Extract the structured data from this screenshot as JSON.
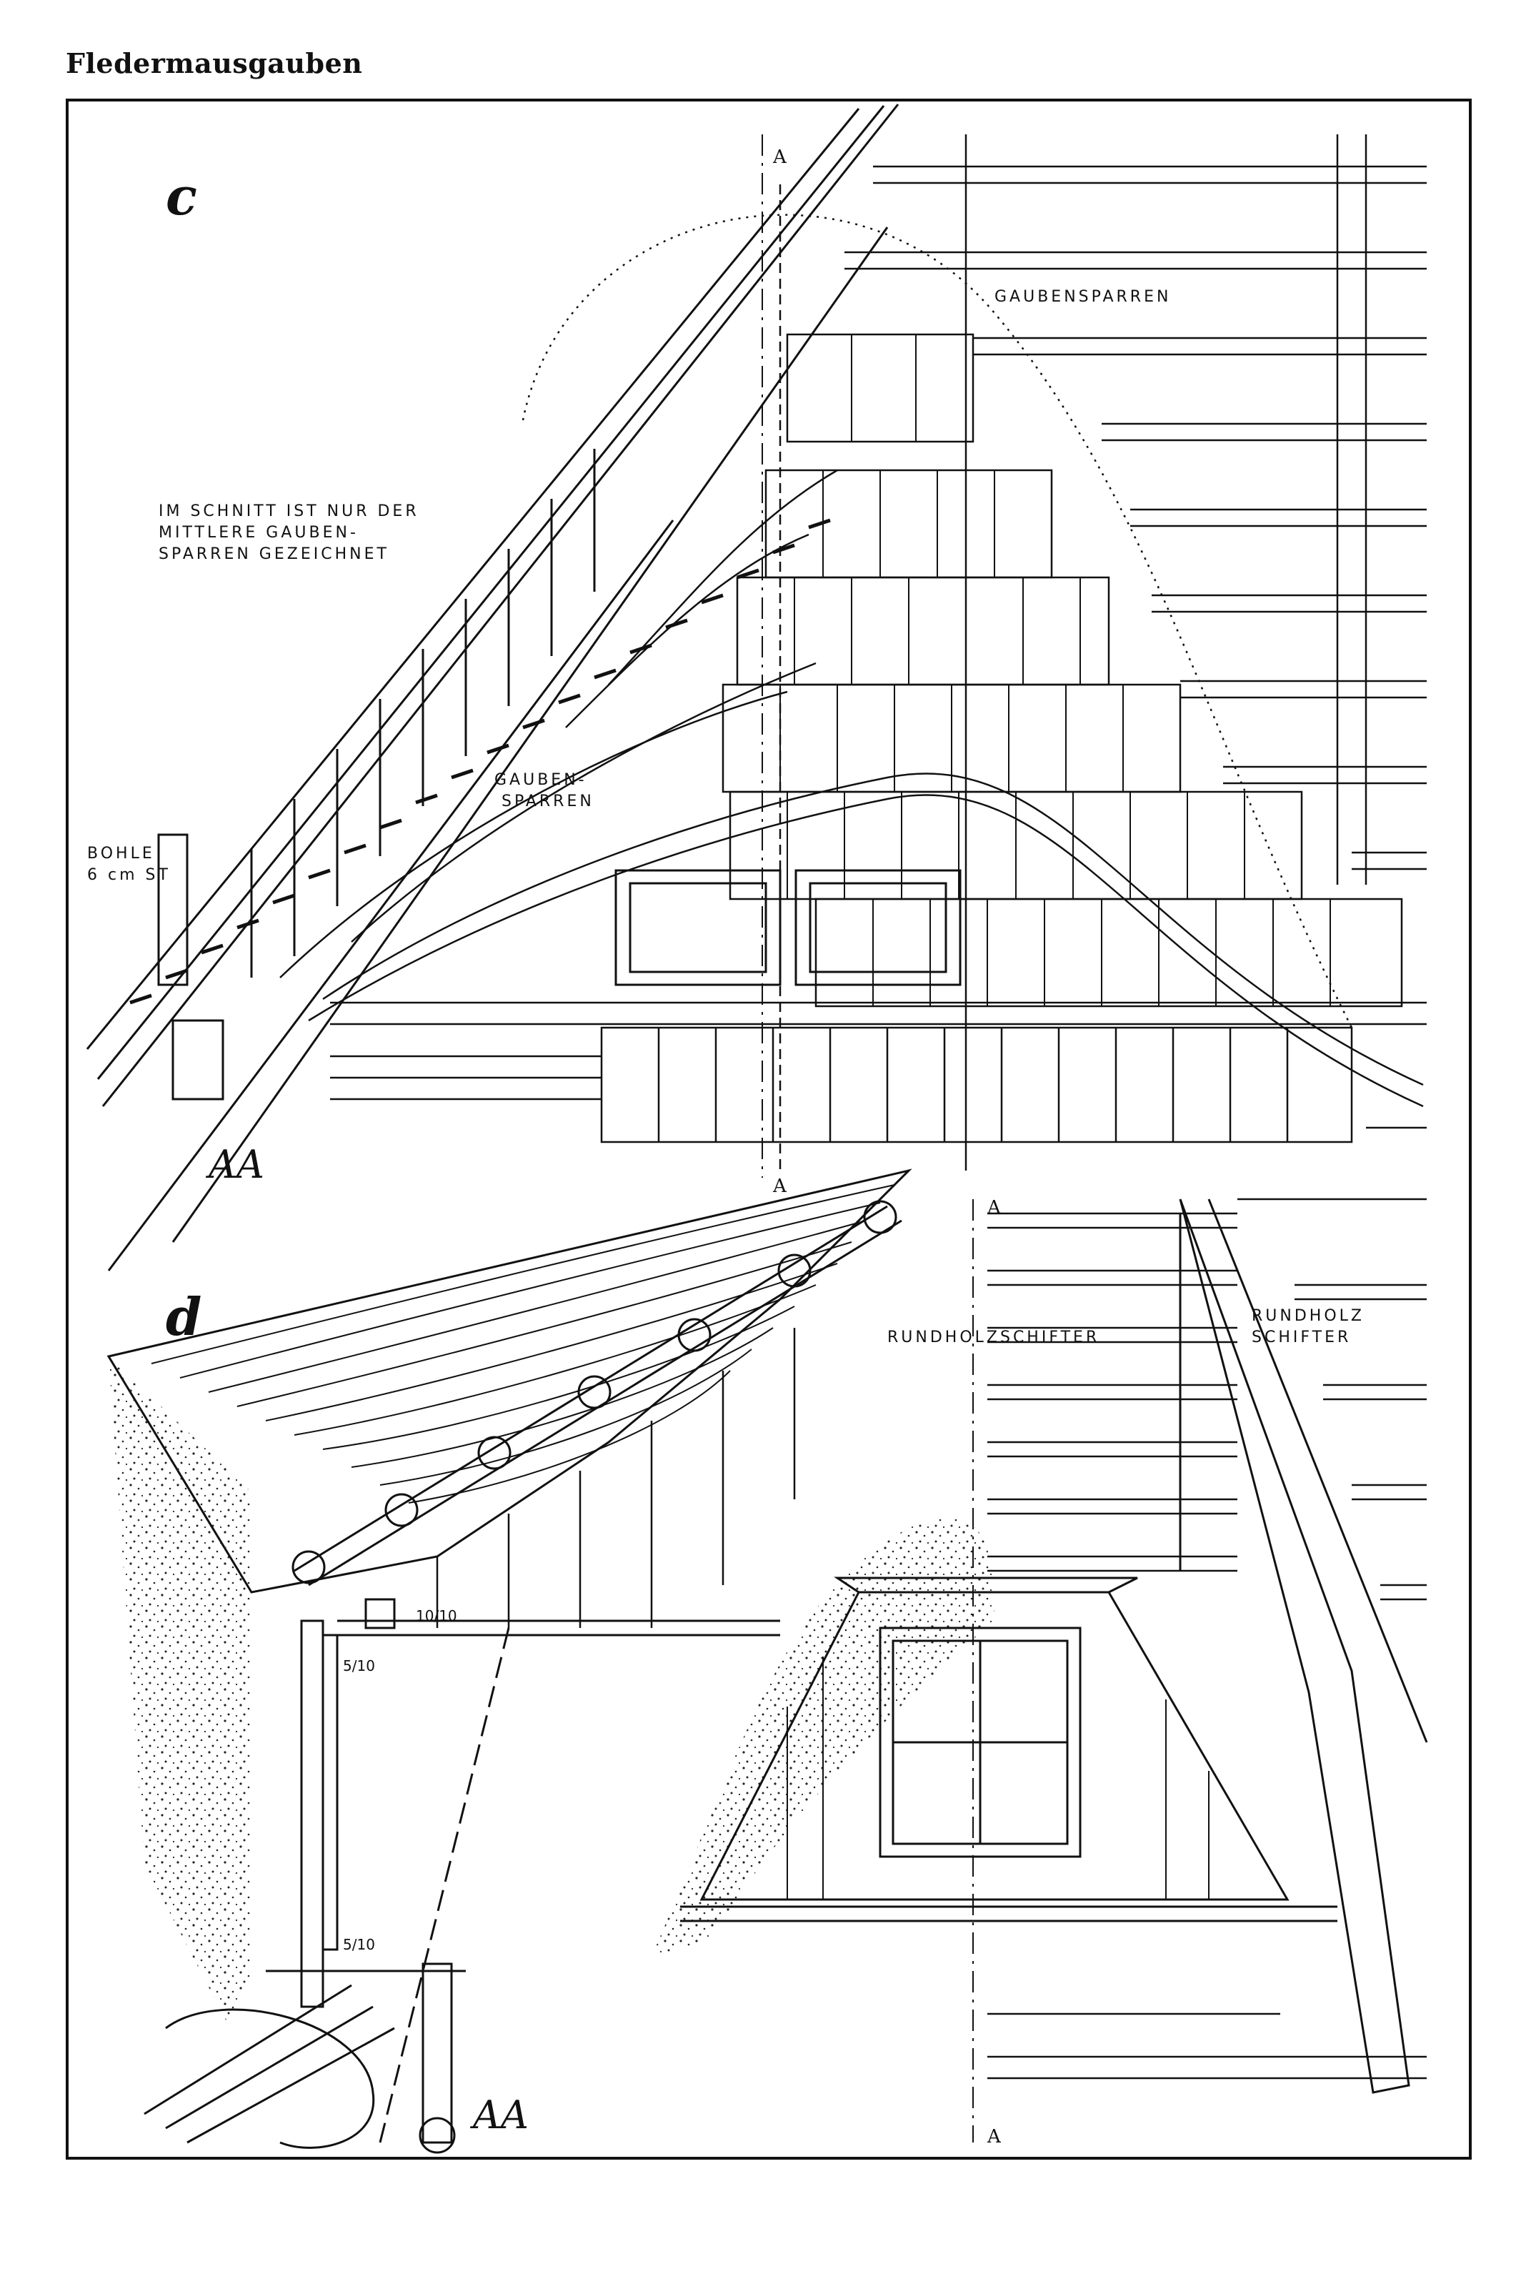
{
  "page": {
    "title": "Fledermausgauben"
  },
  "figure_c": {
    "panel_label": "c",
    "note_lines": [
      "IM SCHNITT IST NUR DER",
      "MITTLERE GAUBEN-",
      "SPARREN GEZEICHNET"
    ],
    "gaubensparren_upper": "GAUBENSPARREN",
    "gaubensparren_left_lines": [
      "GAUBEN-",
      "SPARREN"
    ],
    "bohle_lines": [
      "BOHLE",
      "6 cm ST"
    ],
    "section_label": "AA",
    "axis_top": "A",
    "axis_bottom": "A"
  },
  "figure_d": {
    "panel_label": "d",
    "rundholzschifter_left": "RUNDHOLZSCHIFTER",
    "rundholzschifter_right_lines": [
      "RUNDHOLZ",
      "SCHIFTER"
    ],
    "dim_top": "10/10",
    "dim_mid": "5/10",
    "dim_low": "5/10",
    "section_label": "AA",
    "axis_top": "A",
    "axis_bottom": "A"
  }
}
